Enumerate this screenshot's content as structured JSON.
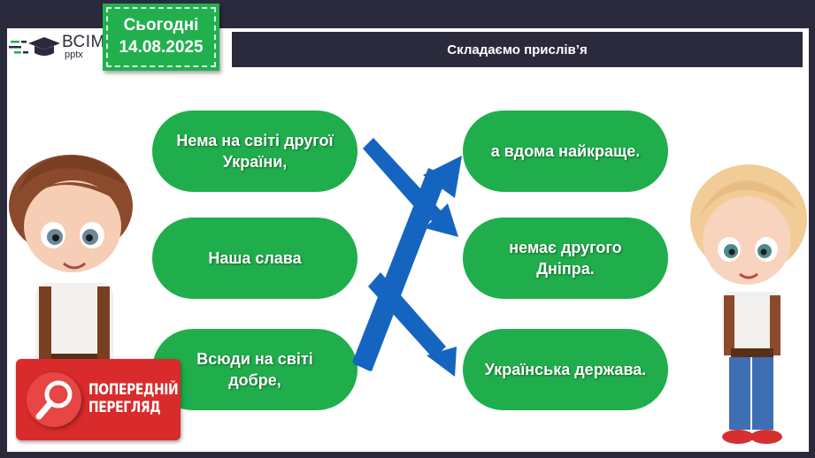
{
  "header": {
    "logo": {
      "line1": "ВСІМ",
      "line2": "pptx"
    },
    "date_badge": {
      "label": "Сьогодні",
      "date": "14.08.2025"
    },
    "title": "Складаємо прислів’я"
  },
  "left_column": [
    {
      "text": "Нема на світі другої України,"
    },
    {
      "text": "Наша слава"
    },
    {
      "text": "Всюди на світі добре,"
    }
  ],
  "right_column": [
    {
      "text": "а вдома найкраще."
    },
    {
      "text": "немає другого Дніпра."
    },
    {
      "text": "Українська держава."
    }
  ],
  "arrows": {
    "color": "#1565c0",
    "connections": [
      {
        "from": "Нема на світі другої України,",
        "to": "немає другого Дніпра."
      },
      {
        "from": "Наша слава",
        "to": "Українська держава."
      },
      {
        "from": "Всюди на світі добре,",
        "to": "а вдома найкраще."
      }
    ]
  },
  "preview_button": {
    "line1": "ПОПЕРЕДНІЙ",
    "line2": "ПЕРЕГЛЯД",
    "icon": "magnifier-icon"
  },
  "colors": {
    "frame": "#2b2a3d",
    "pill_green": "#1fae4b",
    "badge_green": "#22b04f",
    "arrow_blue": "#1565c0",
    "preview_red": "#d92b2b"
  },
  "watermark": "https://vsimpptx.com"
}
